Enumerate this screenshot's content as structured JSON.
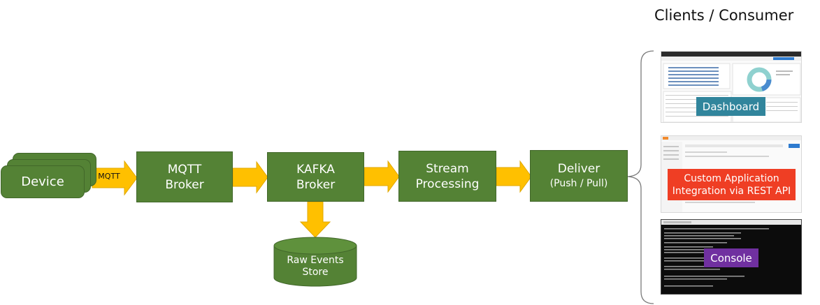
{
  "title": "Clients / Consumer",
  "device": {
    "label": "Device"
  },
  "mqtt_arrow": {
    "label": "MQTT"
  },
  "mqtt_broker": {
    "line1": "MQTT",
    "line2": "Broker"
  },
  "kafka_broker": {
    "line1": "KAFKA",
    "line2": "Broker"
  },
  "stream_processing": {
    "line1": "Stream",
    "line2": "Processing"
  },
  "deliver": {
    "line1": "Deliver",
    "line2": "(Push / Pull)"
  },
  "raw_events_store": {
    "line1": "Raw Events",
    "line2": "Store"
  },
  "clients": {
    "dashboard": "Dashboard",
    "custom_app_line1": "Custom Application",
    "custom_app_line2": "Integration via REST API",
    "console": "Console"
  },
  "colors": {
    "box_green": "#548235",
    "arrow_yellow": "#ffc000",
    "dashboard_label": "#31859c",
    "custom_app_label": "#ef3e24",
    "console_label": "#7030a0"
  }
}
